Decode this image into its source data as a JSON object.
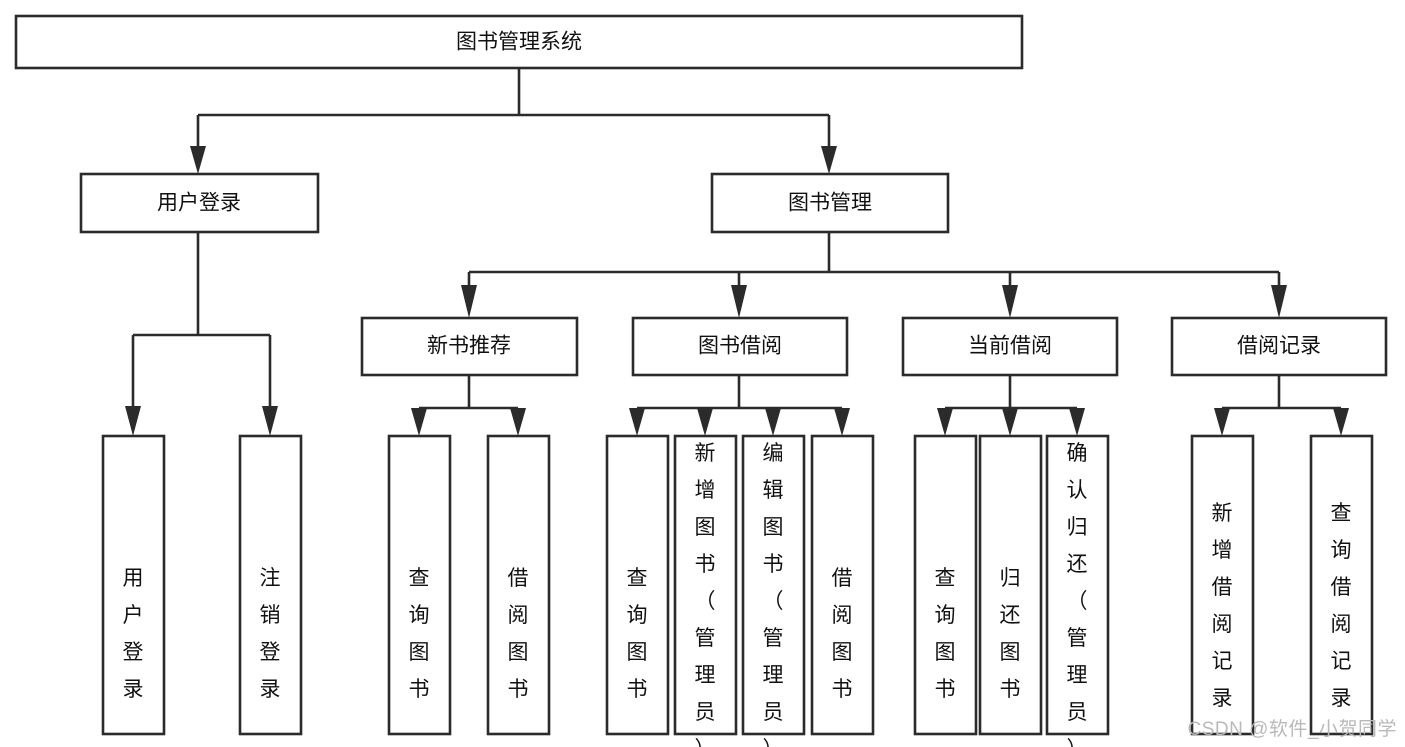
{
  "diagram": {
    "type": "hierarchy-tree",
    "title": "图书管理系统",
    "watermark": "CSDN @软件_小贺同学",
    "colors": {
      "box_stroke": "#2b2b2b",
      "box_fill": "#ffffff",
      "text": "#111111",
      "background": "#ffffff",
      "watermark": "#b9b9b9"
    },
    "root": {
      "label": "图书管理系统"
    },
    "level2": [
      {
        "label": "用户登录"
      },
      {
        "label": "图书管理"
      }
    ],
    "level3": [
      {
        "label": "新书推荐"
      },
      {
        "label": "图书借阅"
      },
      {
        "label": "当前借阅"
      },
      {
        "label": "借阅记录"
      }
    ],
    "leaves": {
      "user_login": [
        {
          "label": "用户登录"
        },
        {
          "label": "注销登录"
        }
      ],
      "new_book_recommend": [
        {
          "label": "查询图书"
        },
        {
          "label": "借阅图书"
        }
      ],
      "book_borrow": [
        {
          "label": "查询图书"
        },
        {
          "label": "新增图书（管理员）"
        },
        {
          "label": "编辑图书（管理员）"
        },
        {
          "label": "借阅图书"
        }
      ],
      "current_borrow": [
        {
          "label": "查询图书"
        },
        {
          "label": "归还图书"
        },
        {
          "label": "确认归还（管理员）"
        }
      ],
      "borrow_record": [
        {
          "label": "新增借阅记录"
        },
        {
          "label": "查询借阅记录"
        }
      ]
    }
  }
}
